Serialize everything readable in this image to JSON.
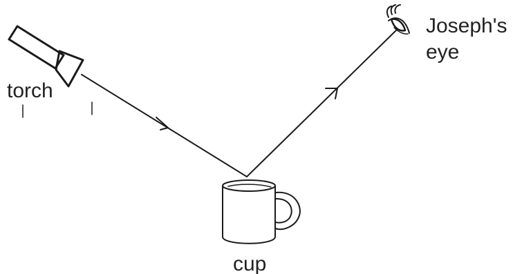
{
  "labels": {
    "torch": "torch",
    "eye_line1": "Joseph's",
    "eye_line2": "eye",
    "cup": "cup"
  },
  "colors": {
    "ink": "#1a1a1a",
    "background": "#ffffff"
  }
}
